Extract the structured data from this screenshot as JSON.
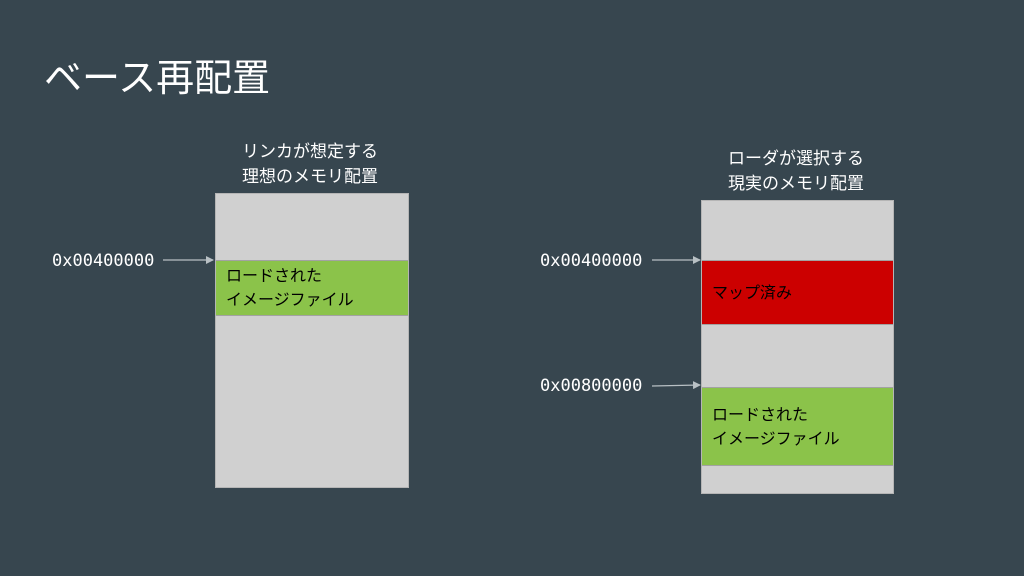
{
  "title": "ベース再配置",
  "left_panel": {
    "caption_line1": "リンカが想定する",
    "caption_line2": "理想のメモリ配置",
    "address": "0x00400000",
    "image_label_line1": "ロードされた",
    "image_label_line2": "イメージファイル"
  },
  "right_panel": {
    "caption_line1": "ローダが選択する",
    "caption_line2": "現実のメモリ配置",
    "address_top": "0x00400000",
    "address_bottom": "0x00800000",
    "mapped_label": "マップ済み",
    "image_label_line1": "ロードされた",
    "image_label_line2": "イメージファイル"
  },
  "colors": {
    "background": "#37464f",
    "memory": "#d0d0d0",
    "loaded_image": "#8bc34a",
    "mapped": "#cc0000"
  }
}
